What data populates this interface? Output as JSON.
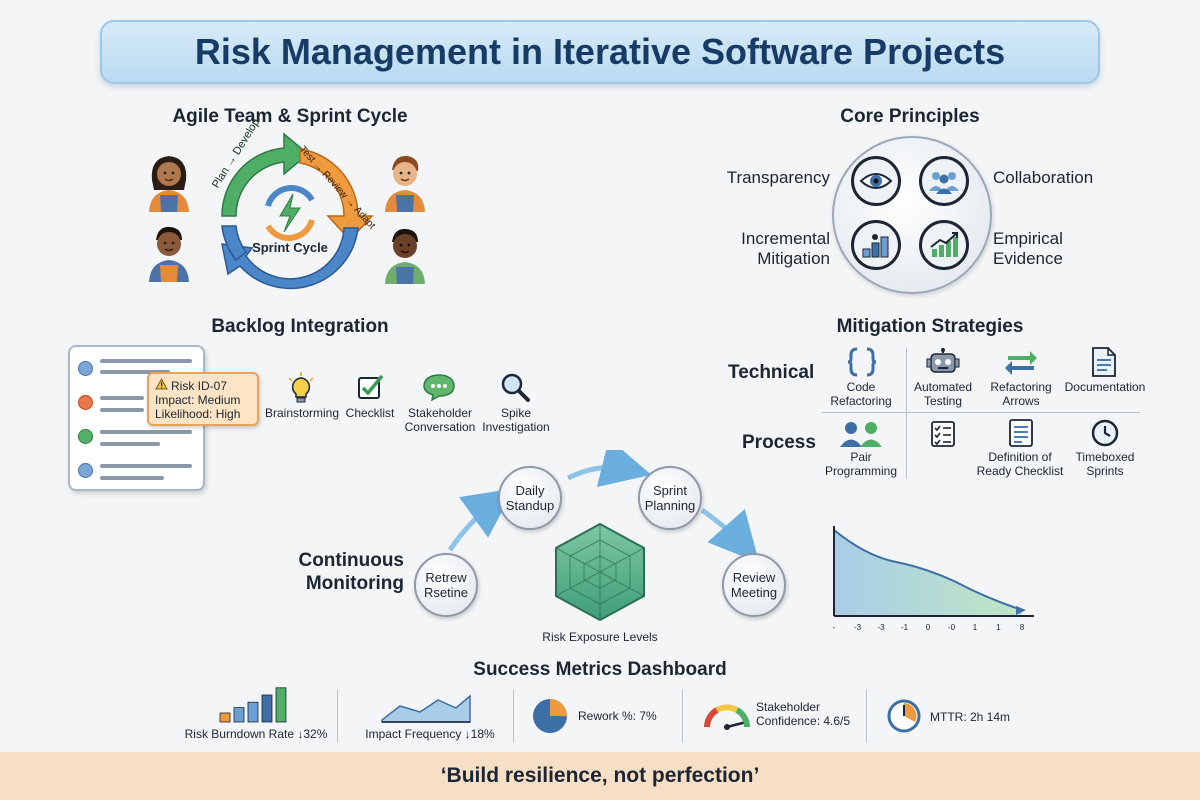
{
  "title": "Risk Management in Iterative Software Projects",
  "agile": {
    "heading": "Agile Team & Sprint Cycle",
    "arc_top_left": "Plan → Develop",
    "arc_top_right": "Test → Review → Adapt",
    "center_label": "Sprint Cycle",
    "colors": {
      "green": "#4fae66",
      "orange": "#ef9a3d",
      "blue": "#4a86c8"
    }
  },
  "principles": {
    "heading": "Core Principles",
    "items": [
      {
        "label": "Transparency",
        "icon": "eye-icon"
      },
      {
        "label": "Collaboration",
        "icon": "team-icon"
      },
      {
        "label": "Incremental Mitigation",
        "icon": "rising-blocks-icon"
      },
      {
        "label": "Empirical Evidence",
        "icon": "growth-chart-icon"
      }
    ]
  },
  "backlog": {
    "heading": "Backlog Integration",
    "risk_tag": {
      "id": "Risk ID-07",
      "impact": "Impact: Medium",
      "likelihood": "Likelihood: High"
    },
    "dot_colors": [
      "#7aa7d8",
      "#e8774d",
      "#55b06a",
      "#7aa7d8"
    ],
    "tools": [
      {
        "label": "Brainstorming",
        "icon": "lightbulb-icon"
      },
      {
        "label": "Checklist",
        "icon": "checkbox-icon"
      },
      {
        "label": "Stakeholder Conversation",
        "icon": "chat-bubble-icon"
      },
      {
        "label": "Spike Investigation",
        "icon": "magnifier-icon"
      }
    ]
  },
  "mitigation": {
    "heading": "Mitigation Strategies",
    "technical_label": "Technical",
    "process_label": "Process",
    "technical": [
      {
        "label": "Code Refactoring",
        "icon": "braces-icon"
      },
      {
        "label": "Automated Testing",
        "icon": "robot-icon"
      },
      {
        "label": "Refactoring Arrows",
        "icon": "swap-arrows-icon"
      },
      {
        "label": "Documentation",
        "icon": "document-icon"
      }
    ],
    "process": [
      {
        "label": "Pair Programming",
        "icon": "pair-icon"
      },
      {
        "label": "",
        "icon": "checklist-icon"
      },
      {
        "label": "Definition of Ready Checklist",
        "icon": "list-doc-icon"
      },
      {
        "label": "Timeboxed Sprints",
        "icon": "clock-icon"
      }
    ]
  },
  "monitoring": {
    "heading": "Continuous Monitoring",
    "nodes": [
      "Daily Standup",
      "Sprint Planning",
      "Review Meeting",
      "Retrew Rsetine"
    ],
    "radar_label": "Risk Exposure Levels"
  },
  "burndown_chart": {
    "tick_labels": [
      "-",
      "-3",
      "-3",
      "-1",
      "0",
      "-0",
      "1",
      "1",
      "8"
    ]
  },
  "metrics": {
    "heading": "Success Metrics Dashboard",
    "items": [
      {
        "label": "Risk Burndown Rate ↓32%"
      },
      {
        "label": "Impact Frequency ↓18%"
      },
      {
        "label": "Rework %: 7%"
      },
      {
        "label": "Stakeholder Confidence: 4.6/5"
      },
      {
        "label": "MTTR: 2h 14m"
      }
    ],
    "burndown_bar_heights": [
      0.25,
      0.4,
      0.55,
      0.75,
      0.95
    ],
    "rework_fraction": 0.07,
    "confidence_value": 4.6,
    "confidence_max": 5
  },
  "footer": "‘Build resilience, not perfection’"
}
